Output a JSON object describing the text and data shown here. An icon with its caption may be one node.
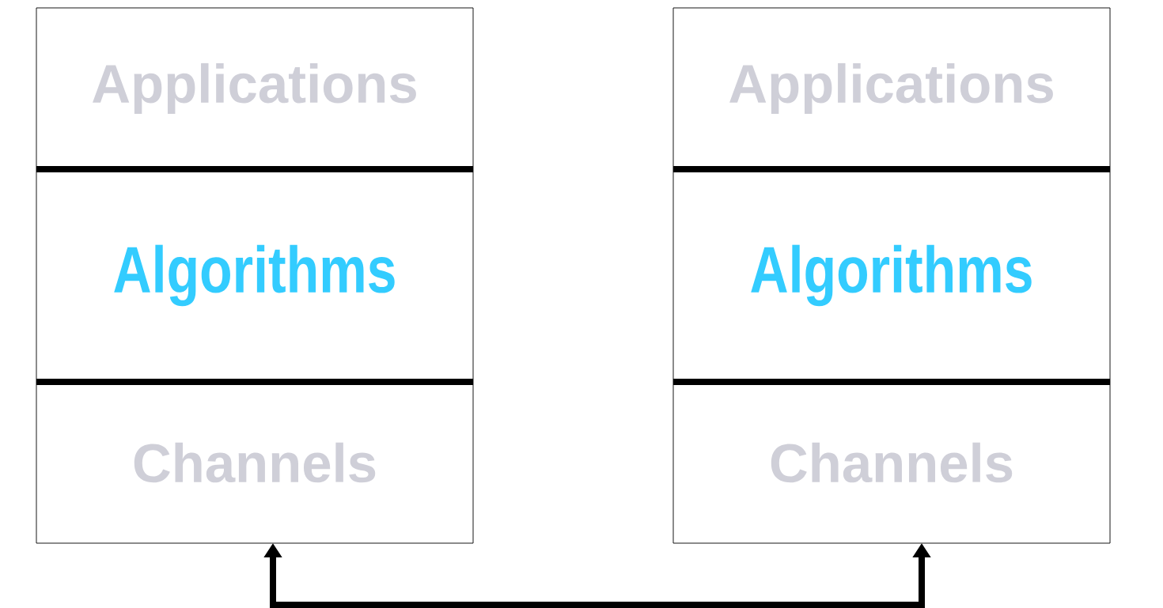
{
  "diagram": {
    "nodes": [
      {
        "text": [
          "Applications"
        ]
      },
      {
        "text": [
          "Algorithms"
        ]
      },
      {
        "text": [
          "Channels"
        ]
      },
      {
        "text": [
          "Applications"
        ]
      },
      {
        "text": [
          "Algorithms"
        ]
      },
      {
        "text": [
          "Channels"
        ]
      }
    ],
    "edges": [
      {
        "from": 2,
        "to": 5,
        "arrow": "both"
      }
    ]
  }
}
